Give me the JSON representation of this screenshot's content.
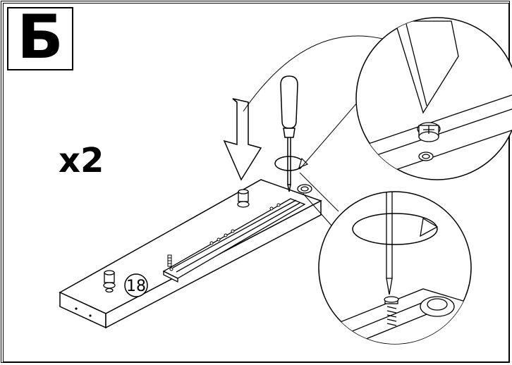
{
  "step": {
    "letter": "Б"
  },
  "quantity": {
    "label": "x2"
  },
  "part": {
    "number": "18"
  }
}
